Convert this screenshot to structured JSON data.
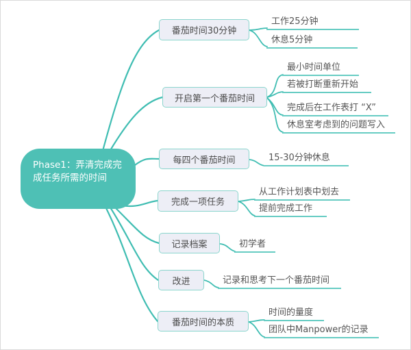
{
  "colors": {
    "teal": "#4EC0B5",
    "curve": "#3FBDB2",
    "box_fill": "#EDEEF6",
    "box_border": "#8AD5CD",
    "box_text": "#4B4B4B",
    "leaf_text": "#555555",
    "underline": "#66CCC3",
    "root_text": "#FFFFFF"
  },
  "root": {
    "label": "Phase1：弄清完成完成任务所需的时间"
  },
  "branches": [
    {
      "label": "番茄时间30分钟",
      "children": [
        "工作25分钟",
        "休息5分钟"
      ]
    },
    {
      "label": "开启第一个番茄时间",
      "children": [
        "最小时间单位",
        "若被打断重新开始",
        "完成后在工作表打 “X”",
        "休息室考虑到的问题写入"
      ]
    },
    {
      "label": "每四个番茄时间",
      "children": [
        "15-30分钟休息"
      ]
    },
    {
      "label": "完成一项任务",
      "children": [
        "从工作计划表中划去",
        "提前完成工作"
      ]
    },
    {
      "label": "记录档案",
      "children": [
        "初学者"
      ]
    },
    {
      "label": "改进",
      "children": [
        "记录和思考下一个番茄时间"
      ]
    },
    {
      "label": "番茄时间的本质",
      "children": [
        "时间的量度",
        "团队中Manpower的记录"
      ]
    }
  ]
}
